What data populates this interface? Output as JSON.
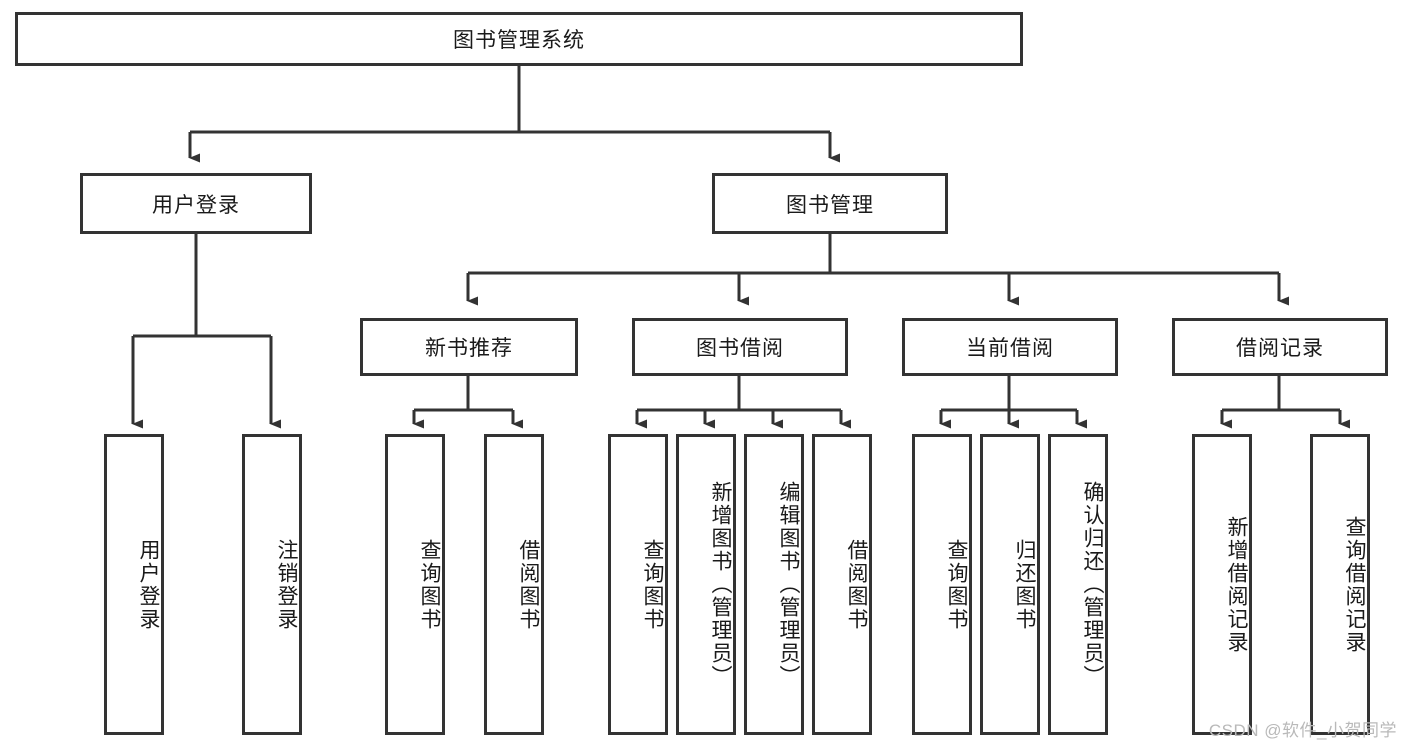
{
  "diagram": {
    "title": "图书管理系统",
    "type": "tree-hierarchy-chart",
    "colors": {
      "background": "#ffffff",
      "box_border": "#333333",
      "text": "#1a1a1a",
      "watermark": "#b9b9b9"
    },
    "root": {
      "label": "图书管理系统"
    },
    "level1": [
      {
        "label": "用户登录"
      },
      {
        "label": "图书管理"
      }
    ],
    "level2": [
      {
        "label": "新书推荐"
      },
      {
        "label": "图书借阅"
      },
      {
        "label": "当前借阅"
      },
      {
        "label": "借阅记录"
      }
    ],
    "leaves": [
      {
        "label": "用户登录",
        "parent": "用户登录"
      },
      {
        "label": "注销登录",
        "parent": "用户登录"
      },
      {
        "label": "查询图书",
        "parent": "新书推荐"
      },
      {
        "label": "借阅图书",
        "parent": "新书推荐"
      },
      {
        "label": "查询图书",
        "parent": "图书借阅"
      },
      {
        "label": "新增图书（管理员）",
        "parent": "图书借阅"
      },
      {
        "label": "编辑图书（管理员）",
        "parent": "图书借阅"
      },
      {
        "label": "借阅图书",
        "parent": "图书借阅"
      },
      {
        "label": "查询图书",
        "parent": "当前借阅"
      },
      {
        "label": "归还图书",
        "parent": "当前借阅"
      },
      {
        "label": "确认归还（管理员）",
        "parent": "当前借阅"
      },
      {
        "label": "新增借阅记录",
        "parent": "借阅记录"
      },
      {
        "label": "查询借阅记录",
        "parent": "借阅记录"
      }
    ]
  },
  "watermark": {
    "text": "CSDN @软件_小贺同学"
  }
}
